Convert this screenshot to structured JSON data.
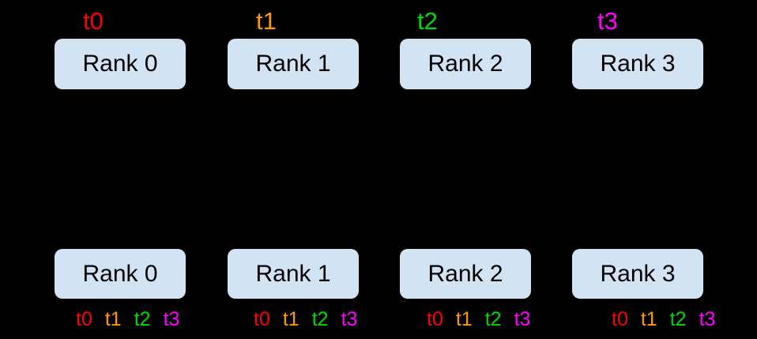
{
  "colors": {
    "background": "#000000",
    "thread_t0": "#ff0000",
    "thread_t1": "#ff9900",
    "thread_t2": "#00d900",
    "thread_t3": "#ff00ff",
    "rank_box_fill": "#d2e3f4",
    "rank_box_text": "#000000"
  },
  "top_threads": [
    {
      "label": "t0",
      "color": "#ff0000"
    },
    {
      "label": "t1",
      "color": "#ff9900"
    },
    {
      "label": "t2",
      "color": "#00d900"
    },
    {
      "label": "t3",
      "color": "#ff00ff"
    }
  ],
  "top_ranks": [
    {
      "label": "Rank 0"
    },
    {
      "label": "Rank 1"
    },
    {
      "label": "Rank 2"
    },
    {
      "label": "Rank 3"
    }
  ],
  "bottom_ranks": [
    {
      "label": "Rank 0"
    },
    {
      "label": "Rank 1"
    },
    {
      "label": "Rank 2"
    },
    {
      "label": "Rank 3"
    }
  ],
  "bottom_thread_groups": [
    {
      "threads": [
        {
          "label": "t0",
          "color": "#ff0000"
        },
        {
          "label": "t1",
          "color": "#ff9900"
        },
        {
          "label": "t2",
          "color": "#00d900"
        },
        {
          "label": "t3",
          "color": "#ff00ff"
        }
      ]
    },
    {
      "threads": [
        {
          "label": "t0",
          "color": "#ff0000"
        },
        {
          "label": "t1",
          "color": "#ff9900"
        },
        {
          "label": "t2",
          "color": "#00d900"
        },
        {
          "label": "t3",
          "color": "#ff00ff"
        }
      ]
    },
    {
      "threads": [
        {
          "label": "t0",
          "color": "#ff0000"
        },
        {
          "label": "t1",
          "color": "#ff9900"
        },
        {
          "label": "t2",
          "color": "#00d900"
        },
        {
          "label": "t3",
          "color": "#ff00ff"
        }
      ]
    },
    {
      "threads": [
        {
          "label": "t0",
          "color": "#ff0000"
        },
        {
          "label": "t1",
          "color": "#ff9900"
        },
        {
          "label": "t2",
          "color": "#00d900"
        },
        {
          "label": "t3",
          "color": "#ff00ff"
        }
      ]
    }
  ]
}
